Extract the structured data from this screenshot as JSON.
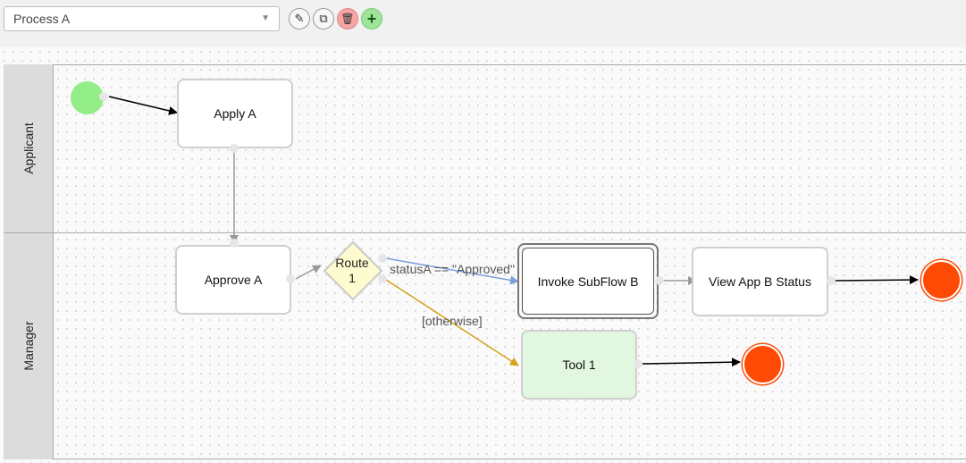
{
  "toolbar": {
    "process_select": {
      "value": "Process A",
      "caret_icon": "triangle-down"
    },
    "buttons": [
      {
        "name": "edit",
        "icon": "pencil-icon",
        "glyph": "✎"
      },
      {
        "name": "copy",
        "icon": "copy-icon",
        "glyph": "⧉"
      },
      {
        "name": "delete",
        "icon": "trash-icon",
        "glyph": "🗑"
      },
      {
        "name": "add",
        "icon": "plus-icon",
        "glyph": "+"
      }
    ]
  },
  "lanes": [
    {
      "label": "Applicant"
    },
    {
      "label": "Manager"
    }
  ],
  "nodes": {
    "apply_a": "Apply A",
    "approve_a": "Approve A",
    "route_1": "Route\n1",
    "invoke_subflow_b": "Invoke SubFlow B",
    "view_app_b_status": "View App B Status",
    "tool_1": "Tool 1"
  },
  "edge_labels": {
    "approved": "statusA == \"Approved\"",
    "otherwise": "[otherwise]"
  },
  "colors": {
    "start_event": "#93ee87",
    "end_event": "#ff4a06",
    "tool_fill": "#e2f7e0",
    "route_fill": "#fffbd0",
    "edge_approved": "#7a9fdc",
    "edge_otherwise": "#d4a21a",
    "edge_gray": "#9a9a9a",
    "edge_black": "#000000"
  }
}
